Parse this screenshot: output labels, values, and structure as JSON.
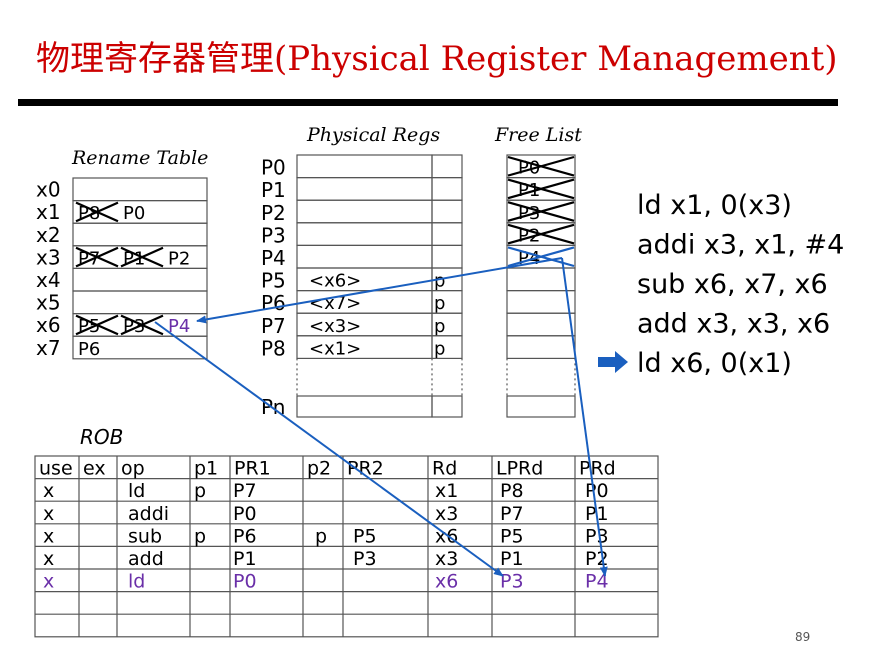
{
  "slide": {
    "title": "物理寄存器管理(Physical Register Management)",
    "page_number": "89"
  },
  "colors": {
    "title": "#cc0000",
    "arrow": "#1a5fbf",
    "highlight": "#6a2fa8",
    "text": "#000000"
  },
  "rename_table": {
    "title": "Rename Table",
    "rows": [
      {
        "reg": "x0",
        "crossed": [],
        "current": ""
      },
      {
        "reg": "x1",
        "crossed": [
          "P8"
        ],
        "current": "P0"
      },
      {
        "reg": "x2",
        "crossed": [],
        "current": ""
      },
      {
        "reg": "x3",
        "crossed": [
          "P7",
          "P1"
        ],
        "current": "P2"
      },
      {
        "reg": "x4",
        "crossed": [],
        "current": ""
      },
      {
        "reg": "x5",
        "crossed": [],
        "current": ""
      },
      {
        "reg": "x6",
        "crossed": [
          "P5",
          "P3"
        ],
        "current": "P4",
        "current_highlight": true
      },
      {
        "reg": "x7",
        "crossed": [],
        "current": "P6"
      }
    ]
  },
  "physical_regs": {
    "title": "Physical Regs",
    "rows": [
      {
        "name": "P0",
        "value": "",
        "present": ""
      },
      {
        "name": "P1",
        "value": "",
        "present": ""
      },
      {
        "name": "P2",
        "value": "",
        "present": ""
      },
      {
        "name": "P3",
        "value": "",
        "present": ""
      },
      {
        "name": "P4",
        "value": "",
        "present": ""
      },
      {
        "name": "P5",
        "value": "<x6>",
        "present": "p"
      },
      {
        "name": "P6",
        "value": "<x7>",
        "present": "p"
      },
      {
        "name": "P7",
        "value": "<x3>",
        "present": "p"
      },
      {
        "name": "P8",
        "value": "<x1>",
        "present": "p"
      }
    ],
    "last_name": "Pn"
  },
  "free_list": {
    "title": "Free List",
    "entries": [
      "P0",
      "P1",
      "P3",
      "P2",
      "P4"
    ],
    "crossed_count": 5
  },
  "instructions": [
    {
      "text": "ld x1, 0(x3)",
      "current": false
    },
    {
      "text": "addi x3, x1, #4",
      "current": false
    },
    {
      "text": "sub x6, x7, x6",
      "current": false
    },
    {
      "text": "add x3, x3, x6",
      "current": false
    },
    {
      "text": "ld x6, 0(x1)",
      "current": true
    }
  ],
  "rob": {
    "title": "ROB",
    "headers": [
      "use",
      "ex",
      "op",
      "p1",
      "PR1",
      "p2",
      "PR2",
      "Rd",
      "LPRd",
      "PRd"
    ],
    "rows": [
      {
        "cells": [
          "x",
          "",
          "ld",
          "p",
          "P7",
          "",
          "",
          "x1",
          "P8",
          "P0"
        ],
        "highlight": false
      },
      {
        "cells": [
          "x",
          "",
          "addi",
          "",
          "P0",
          "",
          "",
          "x3",
          "P7",
          "P1"
        ],
        "highlight": false
      },
      {
        "cells": [
          "x",
          "",
          "sub",
          "p",
          "P6",
          "p",
          "P5",
          "x6",
          "P5",
          "P3"
        ],
        "highlight": false
      },
      {
        "cells": [
          "x",
          "",
          "add",
          "",
          "P1",
          "",
          "P3",
          "x3",
          "P1",
          "P2"
        ],
        "highlight": false
      },
      {
        "cells": [
          "x",
          "",
          "ld",
          "",
          "P0",
          "",
          "",
          "x6",
          "P3",
          "P4"
        ],
        "highlight": true
      }
    ],
    "empty_rows": 2
  }
}
